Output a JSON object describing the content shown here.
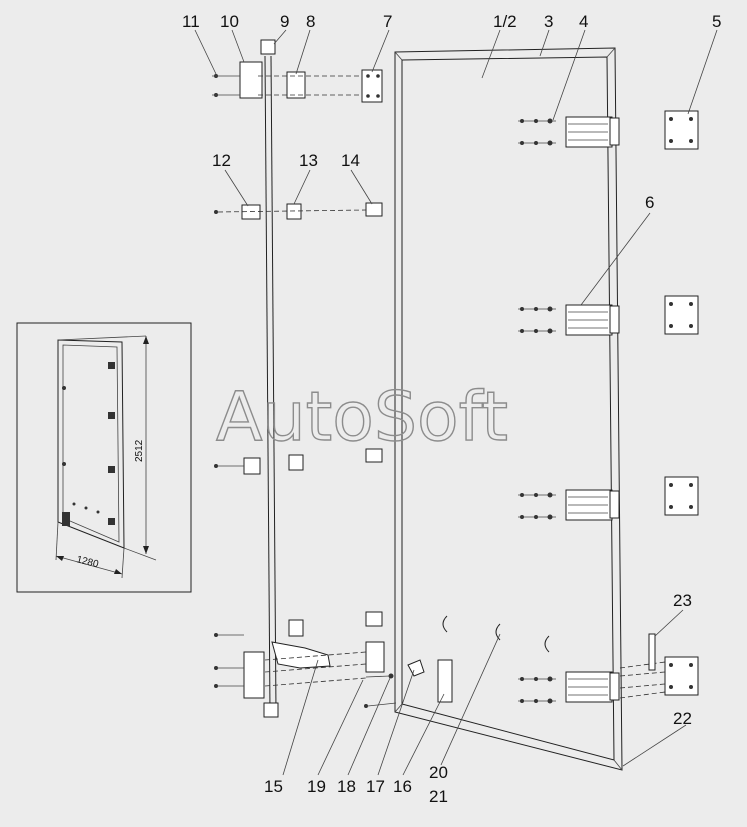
{
  "watermark": "AutoSoft",
  "callouts": {
    "c1_2": "1/2",
    "c3": "3",
    "c4": "4",
    "c5": "5",
    "c6": "6",
    "c7": "7",
    "c8": "8",
    "c9": "9",
    "c10": "10",
    "c11": "11",
    "c12": "12",
    "c13": "13",
    "c14": "14",
    "c15": "15",
    "c16": "16",
    "c17": "17",
    "c18": "18",
    "c19": "19",
    "c20": "20",
    "c21": "21",
    "c22": "22",
    "c23": "23"
  },
  "inset": {
    "height_dim": "2512",
    "width_dim": "1280"
  },
  "colors": {
    "background": "#ececec",
    "lines": "#222222",
    "watermark": "#8c8c8c"
  }
}
